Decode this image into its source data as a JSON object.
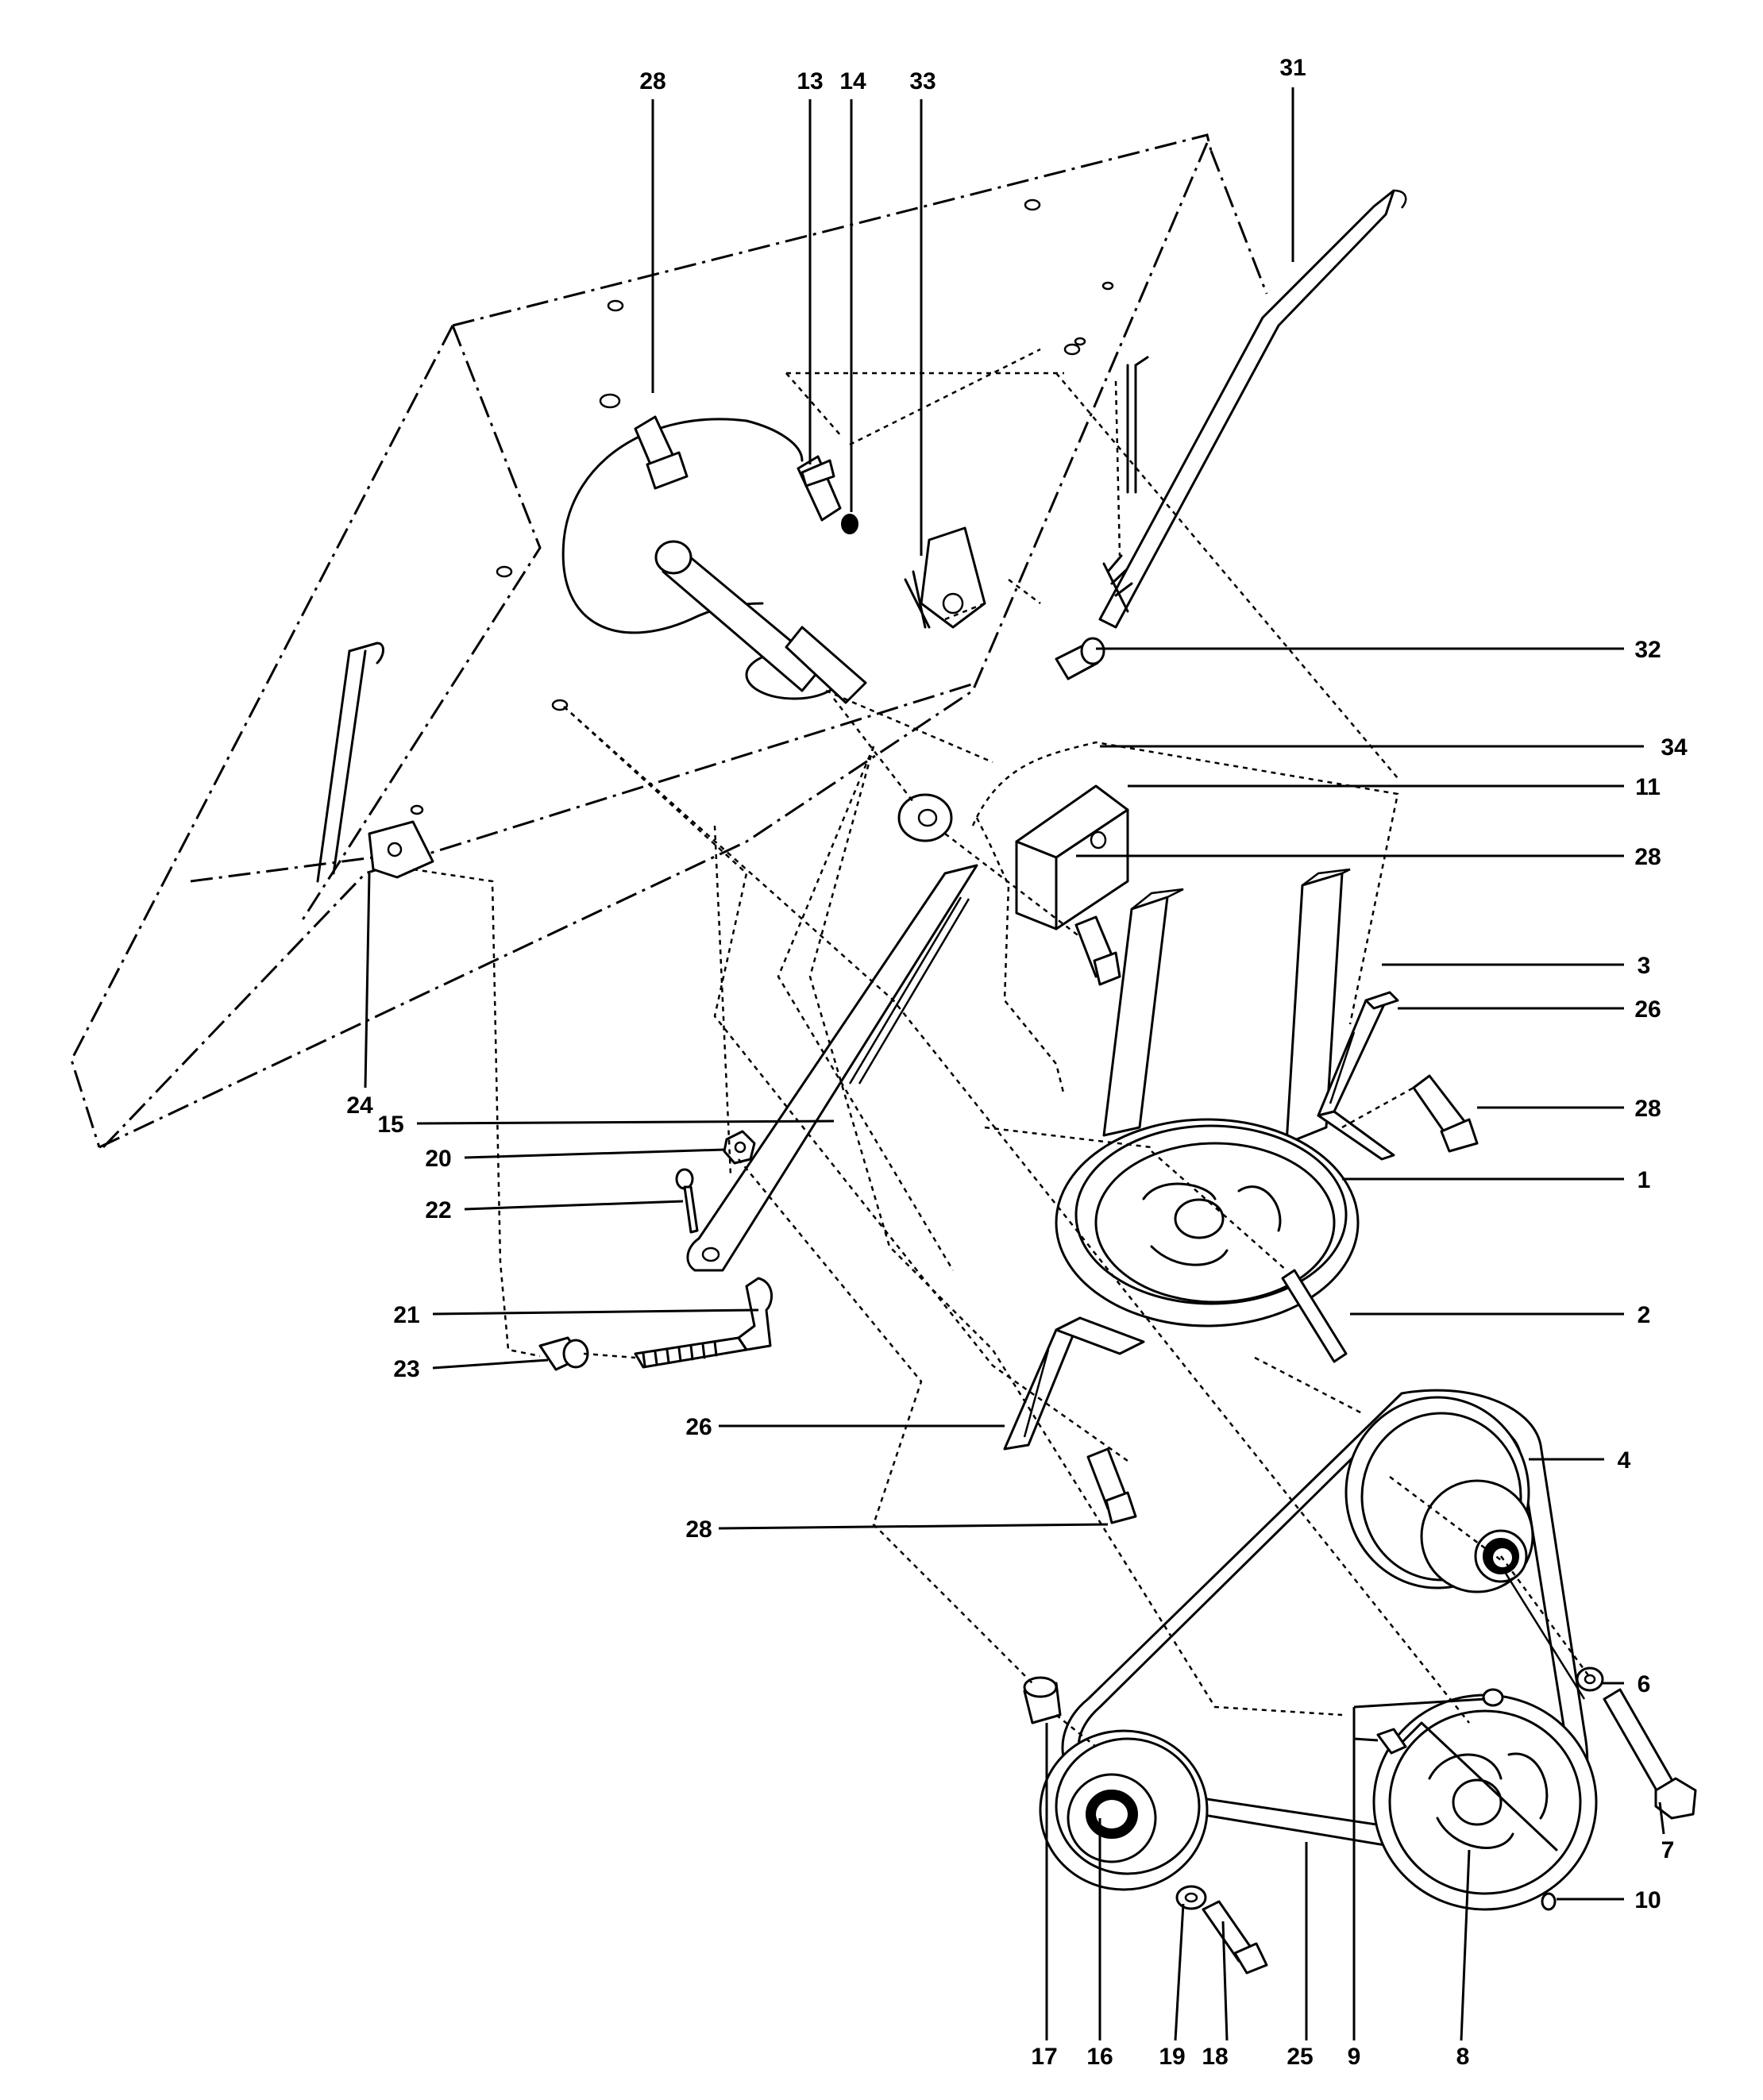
{
  "diagram": {
    "callouts": [
      "28",
      "13",
      "14",
      "33",
      "31",
      "32",
      "34",
      "11",
      "28",
      "3",
      "26",
      "28",
      "1",
      "2",
      "4",
      "6",
      "7",
      "10",
      "24",
      "15",
      "20",
      "22",
      "21",
      "23",
      "26",
      "28",
      "17",
      "16",
      "19",
      "18",
      "25",
      "9",
      "8"
    ]
  }
}
